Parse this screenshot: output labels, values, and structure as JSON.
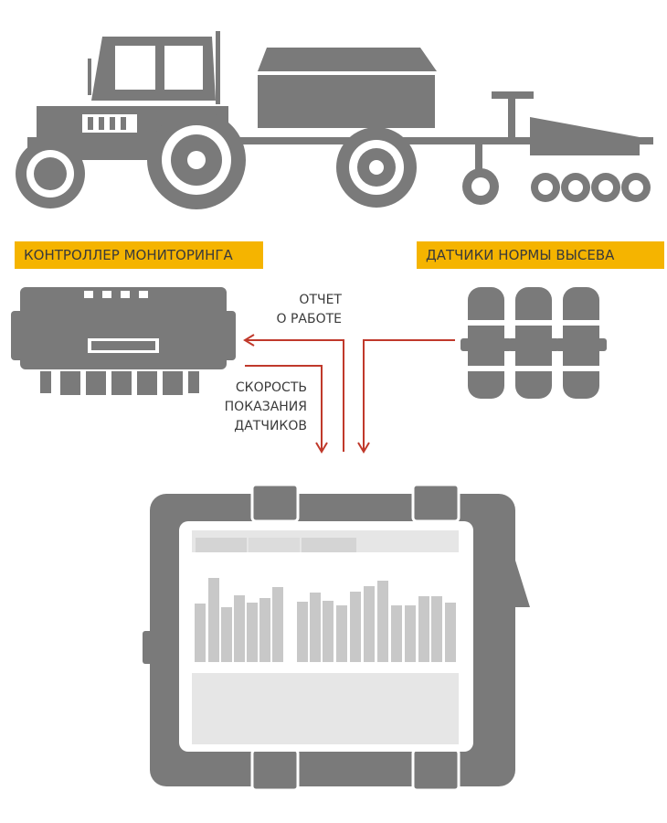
{
  "labels": {
    "controller": "КОНТРОЛЛЕР МОНИТОРИНГА",
    "sensors": "ДАТЧИКИ НОРМЫ ВЫСЕВА"
  },
  "flows": {
    "report_line1": "ОТЧЕТ",
    "report_line2": "О РАБОТЕ",
    "speed_line1": "СКОРОСТЬ",
    "speed_line2": "ПОКАЗАНИЯ",
    "speed_line3": "ДАТЧИКОВ"
  },
  "colors": {
    "device_gray": "#7a7a7a",
    "label_yellow": "#f5b400",
    "arrow_red": "#c0392b"
  }
}
